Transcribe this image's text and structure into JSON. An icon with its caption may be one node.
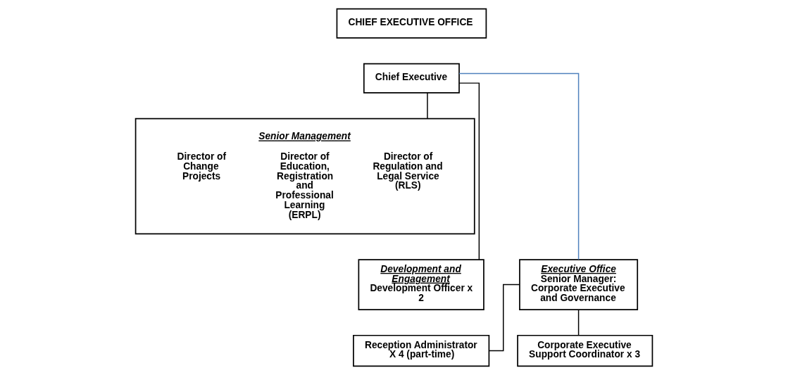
{
  "diagram": {
    "nodes": [
      {
        "text": [
          "CHIEF EXECUTIVE OFFICE"
        ]
      },
      {
        "text": [
          "Chief Executive"
        ]
      },
      {
        "text": [
          "Senior Management",
          "Director of Change Projects",
          "Director of Education, Registration and Professional Learning (ERPL)",
          "Director of Regulation and Legal Service (RLS)"
        ]
      },
      {
        "text": [
          "Development and Engagement",
          "Development Officer x 2"
        ]
      },
      {
        "text": [
          "Executive Office",
          "Senior Manager: Corporate Executive and Governance"
        ]
      },
      {
        "text": [
          "Reception Administrator X 4 (part-time)"
        ]
      },
      {
        "text": [
          "Corporate Executive Support Coordinator x 3"
        ]
      }
    ],
    "edges": [
      {
        "from": 1,
        "to": 3,
        "arrow": "none"
      },
      {
        "from": 1,
        "to": 4,
        "arrow": "none",
        "color": "#4f81bd"
      },
      {
        "from": 1,
        "to": 2,
        "arrow": "none"
      },
      {
        "from": 4,
        "to": 5,
        "arrow": "none"
      },
      {
        "from": 4,
        "to": 6,
        "arrow": "none"
      }
    ]
  }
}
